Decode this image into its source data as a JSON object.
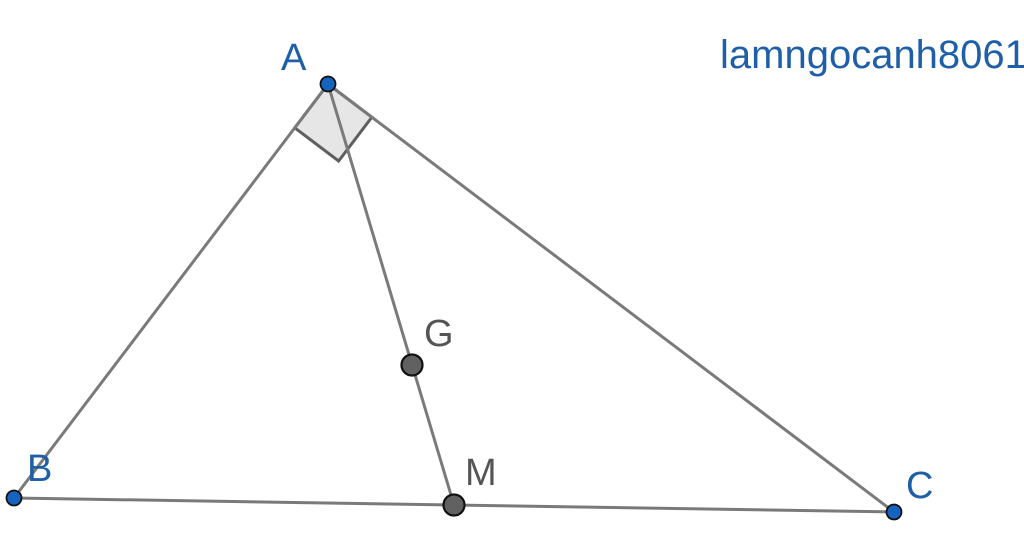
{
  "watermark": "lamngocanh8061",
  "colors": {
    "background": "#ffffff",
    "segment": "#7a7a7a",
    "free_point_fill": "#1565c0",
    "free_label": "#1f5fa8",
    "derived_point_fill": "#616161",
    "derived_label": "#555555",
    "right_angle_fill": "#e6e6e6",
    "right_angle_stroke": "#5f5f5f"
  },
  "points": [
    {
      "id": "A",
      "label": "A",
      "kind": "free"
    },
    {
      "id": "B",
      "label": "B",
      "kind": "free"
    },
    {
      "id": "C",
      "label": "C",
      "kind": "free"
    },
    {
      "id": "G",
      "label": "G",
      "kind": "derived"
    },
    {
      "id": "M",
      "label": "M",
      "kind": "derived"
    }
  ],
  "segments": [
    [
      "A",
      "B"
    ],
    [
      "A",
      "C"
    ],
    [
      "B",
      "C"
    ],
    [
      "A",
      "M"
    ]
  ],
  "right_angle_at": "A"
}
